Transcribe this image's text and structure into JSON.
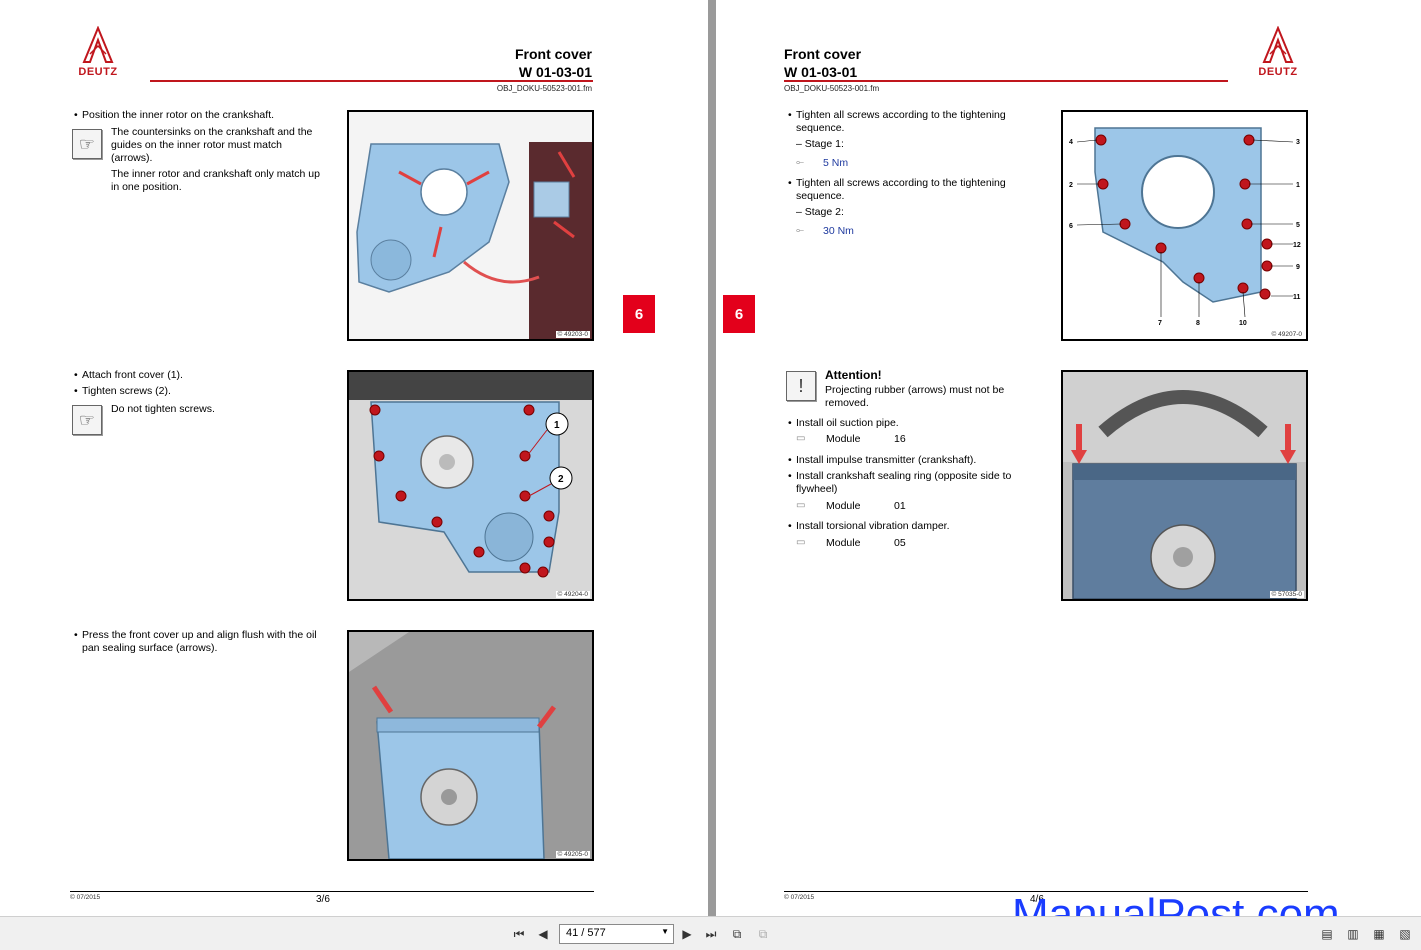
{
  "brand": {
    "name": "DEUTZ",
    "color": "#c0161d"
  },
  "header": {
    "title": "Front cover",
    "code": "W 01-03-01",
    "file": "OBJ_DOKU-50523-001.fm"
  },
  "left_page": {
    "step1": "Position the inner rotor on the crankshaft.",
    "note1a": "The countersinks on the crankshaft and the guides on the inner rotor must match (arrows).",
    "note1b": "The inner rotor and crankshaft only match up in one position.",
    "fig1": "© 49203-0",
    "step2": "Attach front cover (1).",
    "step3": "Tighten screws (2).",
    "note2": "Do not tighten screws.",
    "fig2": "© 49204-0",
    "callout1": "1",
    "callout2": "2",
    "step4": "Press the front cover up and align flush with the oil pan sealing surface (arrows).",
    "fig3": "© 49205-0",
    "footer_copy": "© 07/2015",
    "footer_page": "3/6"
  },
  "right_page": {
    "step1": "Tighten all screws according to the tightening sequence.",
    "stage1": "– Stage 1:",
    "torque1": "5 Nm",
    "step2": "Tighten all screws according to the tightening sequence.",
    "stage2": "– Stage 2:",
    "torque2": "30 Nm",
    "fig1": "© 49207-0",
    "seq_labels": [
      "4",
      "3",
      "2",
      "1",
      "6",
      "5",
      "12",
      "9",
      "11",
      "7",
      "8",
      "10"
    ],
    "attention_title": "Attention!",
    "attention_text": "Projecting rubber (arrows) must not be removed.",
    "step3": "Install oil suction pipe.",
    "module_label": "Module",
    "module1": "16",
    "step4": "Install impulse transmitter (crankshaft).",
    "step5": "Install crankshaft sealing ring (opposite side to flywheel)",
    "module2": "01",
    "step6": "Install torsional vibration damper.",
    "module3": "05",
    "fig2": "© 57035-0",
    "footer_copy": "© 07/2015",
    "footer_page": "4/6"
  },
  "chapter_tab": "6",
  "toolbar": {
    "page_indicator": "41 / 577"
  },
  "watermark": "ManualPost.com",
  "icons": [
    "first-page-icon",
    "prev-page-icon",
    "next-page-icon",
    "last-page-icon",
    "copy-icon",
    "paste-icon",
    "single-page-icon",
    "continuous-icon",
    "two-page-icon",
    "two-page-continuous-icon",
    "hand-pointer-icon",
    "book-icon",
    "wrench-icon",
    "warning-icon"
  ]
}
